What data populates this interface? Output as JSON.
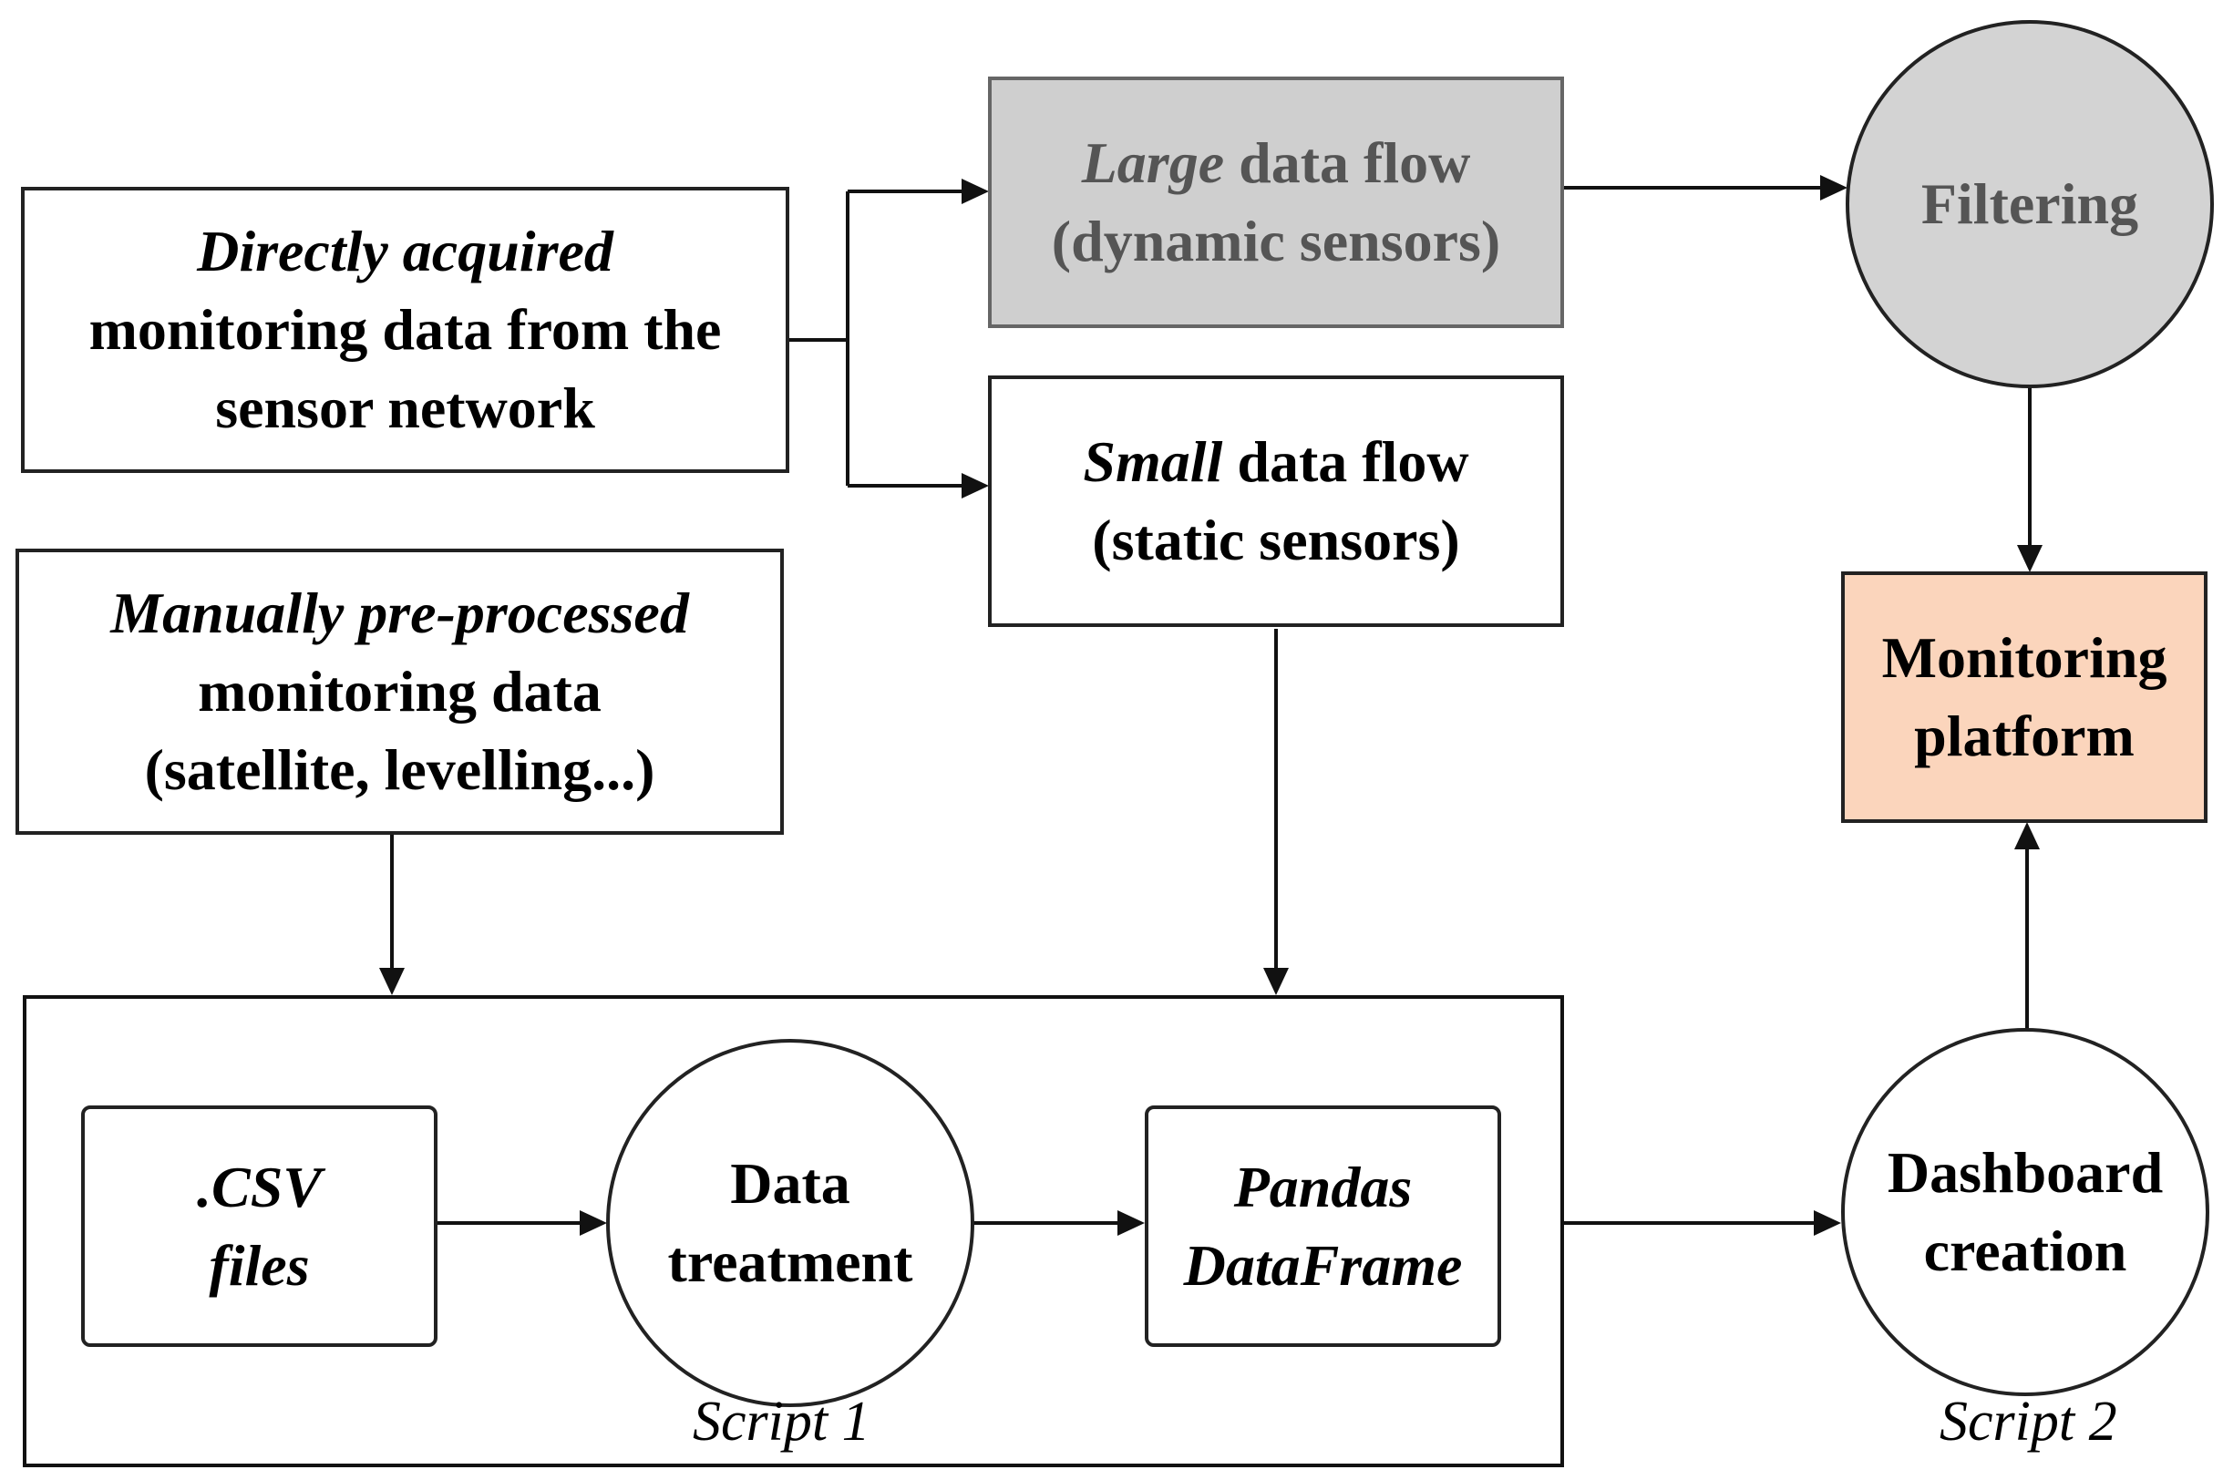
{
  "nodes": {
    "direct": {
      "em": "Directly  acquired",
      "line2": "monitoring data from the",
      "line3": "sensor network"
    },
    "manual": {
      "em": "Manually pre-processed",
      "line2": "monitoring data",
      "line3": "(satellite, levelling...)"
    },
    "large": {
      "em": "Large",
      "rest": " data flow",
      "line2": "(dynamic sensors)"
    },
    "small": {
      "em": "Small",
      "rest": " data flow",
      "line2": "(static sensors)"
    },
    "filtering": {
      "label": "Filtering"
    },
    "platform": {
      "line1": "Monitoring",
      "line2": "platform"
    },
    "csv": {
      "line1": ".CSV",
      "line2": "files"
    },
    "treatment": {
      "line1": "Data",
      "line2": "treatment"
    },
    "pandas": {
      "line1": "Pandas",
      "line2": "DataFrame"
    },
    "dashboard": {
      "line1": "Dashboard",
      "line2": "creation"
    }
  },
  "captions": {
    "script1": "Script 1",
    "script2": "Script 2"
  },
  "colors": {
    "large_fill": "#cfcfcf",
    "filtering_fill": "#d3d3d3",
    "platform_fill": "#fbd5bc"
  }
}
